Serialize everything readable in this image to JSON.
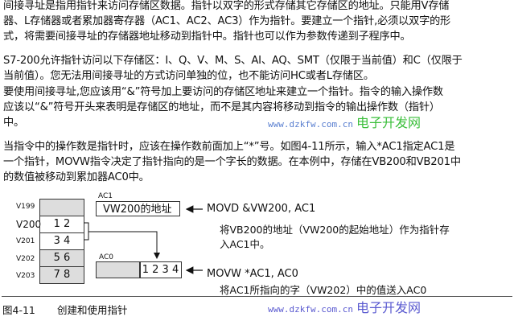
{
  "paragraphs": [
    [
      "间接寻址是指用指针来访问存储区数据。指针以双字的形式存储其它存储区的地址。只能用V存储",
      "器、L存储器或者累加器寄存器（AC1、AC2、AC3）作为指针。要建立一个指针,必须以双字的形",
      "式，将需要间接寻址的存储器地址移动到指针中。指针也可以作为参数传递到子程序中。"
    ],
    [
      "S7-200允许指针访问以下存储区：I、Q、V、M、S、AI、AQ、SMT（仅限于当前值）和C（仅限于",
      "当前值）。您无法用间接寻址的方式访问单独的位，也不能访问HC或者L存储区。"
    ],
    [
      "要使用间接寻址,您应该用“&”符号加上要访问的存储区地址来建立一个指针。指令的输入操作数",
      "应该以“&”符号开头来表明是存储区的地址，而不是其内容将移动到指令的输出操作数（指针）",
      "中。"
    ],
    [
      "当指令中的操作数是指针时，应该在操作数前面加上“*”号。如图4-11所示，输入*AC1指定AC1是",
      "一个指针，MOVW指令决定了指针指向的是一个字长的数据。在本例中，存储在VB200和VB201中",
      "的数值被移动到累加器AC0中。"
    ]
  ],
  "watermark": {
    "url": "www.dzkfw.com.cn",
    "name": "电子开发网"
  },
  "figure": {
    "memory": [
      {
        "label": "V199",
        "value": ""
      },
      {
        "label": "V200",
        "value": "1 2"
      },
      {
        "label": "V201",
        "value": "3 4"
      },
      {
        "label": "V202",
        "value": "5 6"
      },
      {
        "label": "V203",
        "value": "7 8"
      }
    ],
    "ac1": {
      "label": "AC1",
      "value": "VW200的地址"
    },
    "ac0": {
      "label": "AC0",
      "value": "1 2 3 4"
    },
    "instr1": "MOVD   &VW200, AC1",
    "desc1": [
      "将VB200的地址（VW200的起始地址）作为指针存",
      "入AC1中。"
    ],
    "instr2": "MOVW   *AC1, AC0",
    "desc2": "将AC1所指向的字（VW202）中的值送入AC0",
    "caption_num": "图4-11",
    "caption_text": "创建和使用指针"
  }
}
